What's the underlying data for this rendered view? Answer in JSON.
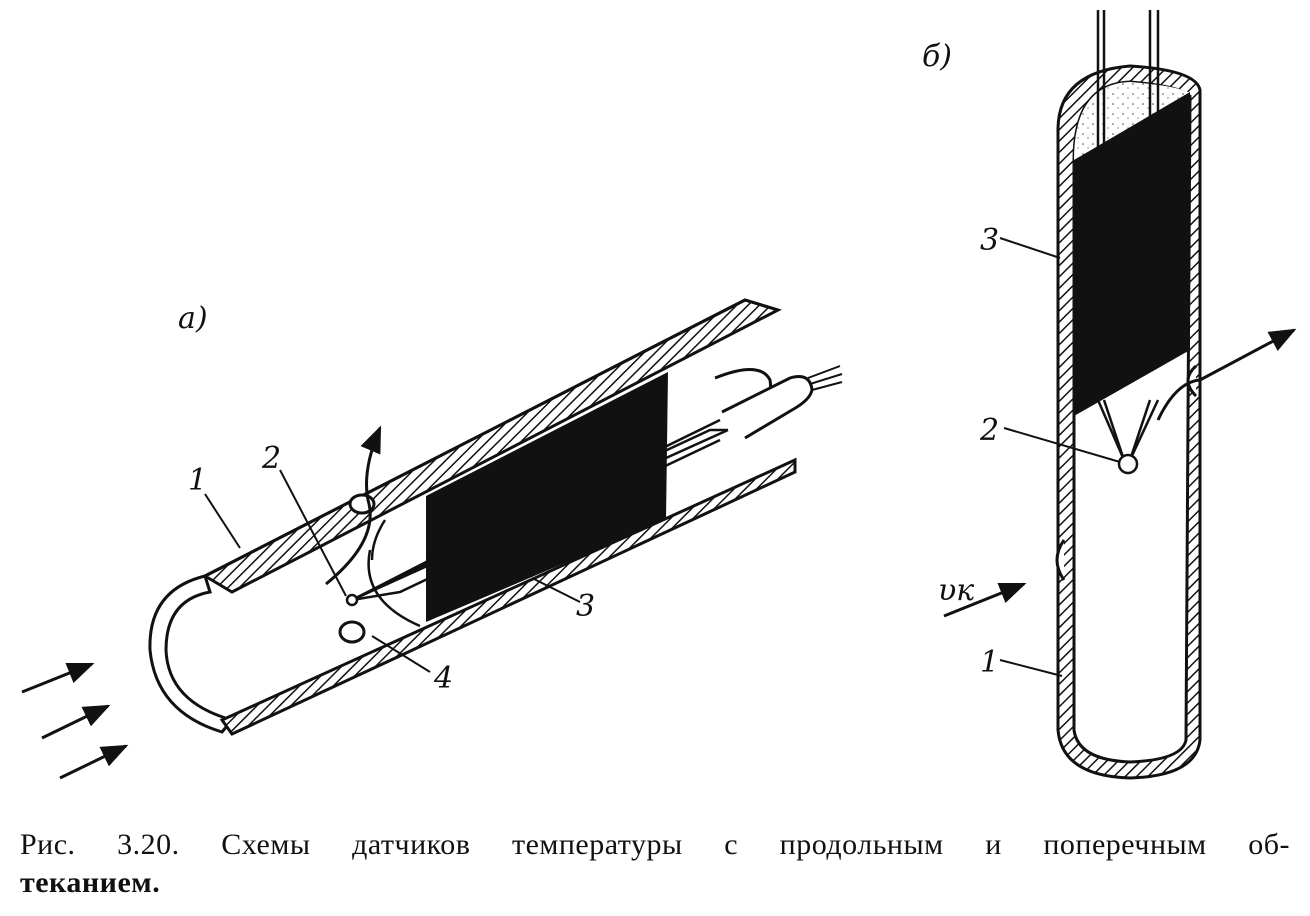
{
  "figure": {
    "panel_a": {
      "label": "а)",
      "callouts": [
        "1",
        "2",
        "3",
        "4"
      ]
    },
    "panel_b": {
      "label": "б)",
      "callouts": [
        "3",
        "2",
        "1"
      ],
      "flow_label": "υк"
    }
  },
  "caption": {
    "line1": "Рис. 3.20. Схемы датчиков температуры с продольным и поперечным об-",
    "line2": "теканием."
  }
}
